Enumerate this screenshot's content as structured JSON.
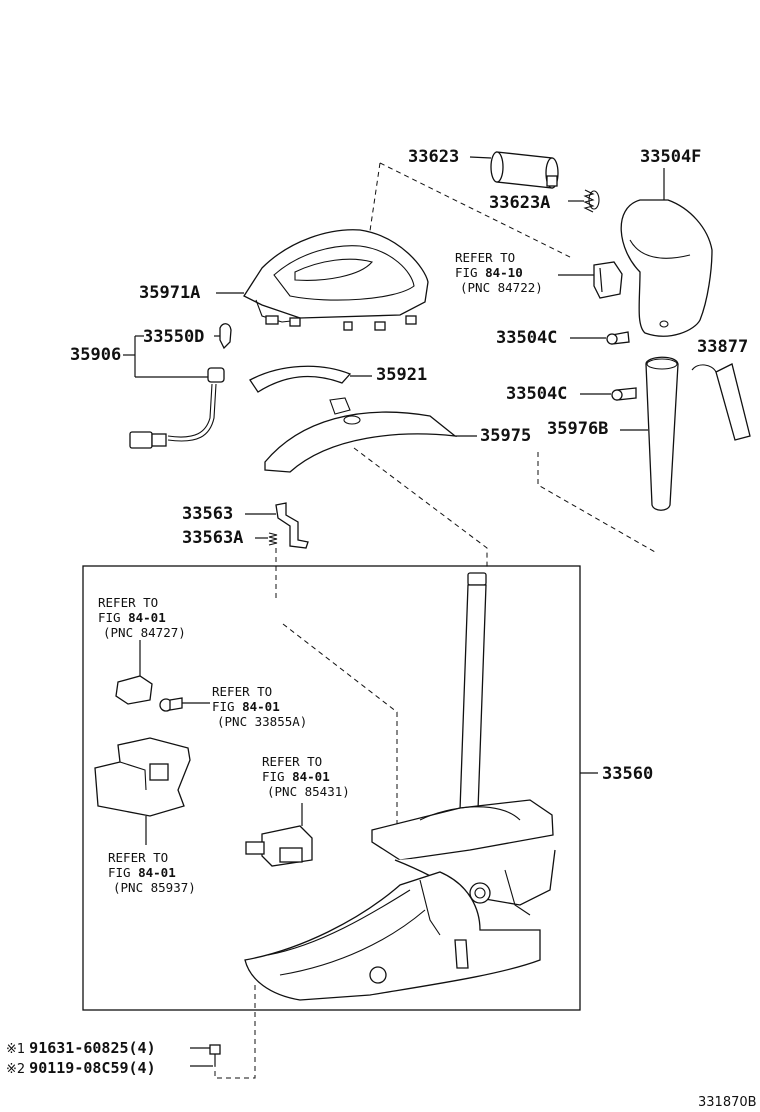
{
  "parts": {
    "p33623": "33623",
    "p33623A": "33623A",
    "p33504F": "33504F",
    "p35971A": "35971A",
    "p33550D": "33550D",
    "p35906": "35906",
    "p33504C_1": "33504C",
    "p33504C_2": "33504C",
    "p33877": "33877",
    "p35921": "35921",
    "p35975": "35975",
    "p35976B": "35976B",
    "p33563": "33563",
    "p33563A": "33563A",
    "p33560": "33560"
  },
  "refs": [
    {
      "l1": "REFER TO",
      "l2a": "FIG ",
      "l2b": "84-10",
      "l3": "(PNC 84722)"
    },
    {
      "l1": "REFER TO",
      "l2a": "FIG ",
      "l2b": "84-01",
      "l3": "(PNC 84727)"
    },
    {
      "l1": "REFER TO",
      "l2a": "FIG ",
      "l2b": "84-01",
      "l3": "(PNC 33855A)"
    },
    {
      "l1": "REFER TO",
      "l2a": "FIG ",
      "l2b": "84-01",
      "l3": "(PNC 85431)"
    },
    {
      "l1": "REFER TO",
      "l2a": "FIG ",
      "l2b": "84-01",
      "l3": "(PNC 85937)"
    }
  ],
  "footnotes": [
    {
      "mark": "※1",
      "text": "91631-60825(4)"
    },
    {
      "mark": "※2",
      "text": "90119-08C59(4)"
    }
  ],
  "diagram_code": "331870B"
}
